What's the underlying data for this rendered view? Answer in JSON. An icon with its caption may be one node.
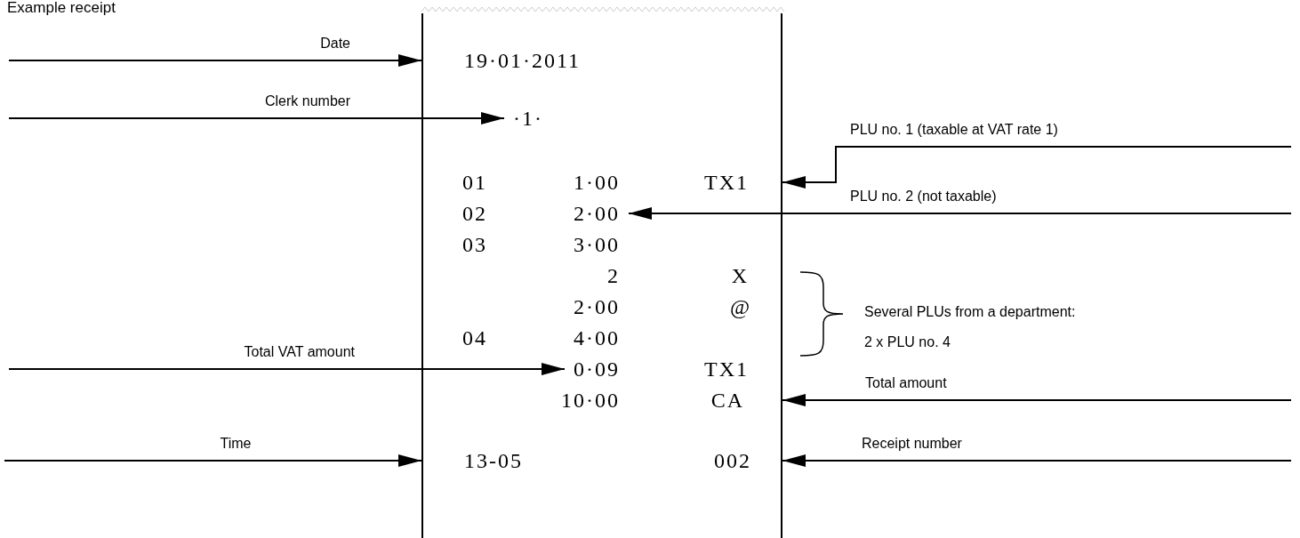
{
  "diagram": {
    "title": "Example receipt",
    "nodes": [
      {
        "text": [],
        "shape": "box"
      },
      {
        "text": [
          "19·01·2011"
        ],
        "in": 0
      },
      {
        "text": [
          "·1·"
        ],
        "in": 0
      },
      {
        "text": [
          "01",
          "1·00",
          "TX1"
        ],
        "in": 0
      },
      {
        "text": [
          "02",
          "2·00"
        ],
        "in": 0
      },
      {
        "text": [
          "03",
          "3·00"
        ],
        "in": 0
      },
      {
        "text": [
          "2",
          "X"
        ],
        "in": 0
      },
      {
        "text": [
          "2·00",
          "@"
        ],
        "in": 0
      },
      {
        "text": [
          "04",
          "4·00"
        ],
        "in": 0
      },
      {
        "text": [
          "0·09",
          "TX1"
        ],
        "in": 0
      },
      {
        "text": [
          "10·00",
          "CA"
        ],
        "in": 0
      },
      {
        "text": [
          "13-05"
        ],
        "in": 0
      },
      {
        "text": [
          "002"
        ],
        "in": 0
      }
    ],
    "edges": [
      {
        "from": null,
        "to": 1,
        "arrow": "to",
        "label": "Date"
      },
      {
        "from": null,
        "to": 2,
        "arrow": "to",
        "label": "Clerk number"
      },
      {
        "from": null,
        "to": 9,
        "arrow": "to",
        "label": "Total VAT amount"
      },
      {
        "from": null,
        "to": 11,
        "arrow": "to",
        "label": "Time"
      },
      {
        "from": null,
        "to": 3,
        "arrow": "to",
        "label": "PLU no. 1 (taxable at VAT rate 1)"
      },
      {
        "from": null,
        "to": 4,
        "arrow": "to",
        "label": "PLU no. 2 (not taxable)"
      },
      {
        "from": null,
        "to": 10,
        "arrow": "to",
        "label": "Total amount"
      },
      {
        "from": null,
        "to": 12,
        "arrow": "to",
        "label": "Receipt number"
      }
    ],
    "labels": [
      "Several PLUs from a department: 2 x PLU no. 4"
    ]
  }
}
